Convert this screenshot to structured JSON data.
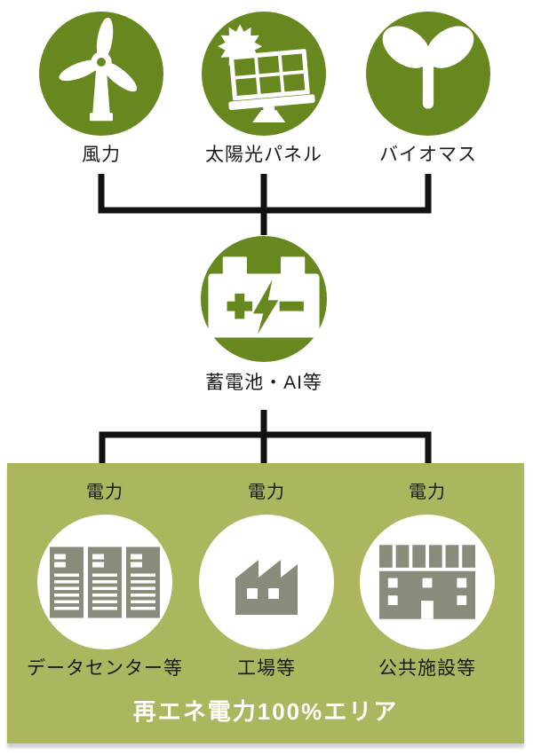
{
  "colors": {
    "circle-green": "#66881e",
    "area-green": "#acb65f",
    "icon-gray": "#8b8b7c",
    "line-color": "#111111",
    "text-color": "#1a1a1a",
    "area-title-color": "#ffffff"
  },
  "sources": {
    "wind": {
      "label": "風力",
      "icon": "wind-turbine-icon"
    },
    "solar": {
      "label": "太陽光パネル",
      "icon": "solar-panel-icon"
    },
    "biomass": {
      "label": "バイオマス",
      "icon": "sprout-icon"
    }
  },
  "storage": {
    "label": "蓄電池・AI等",
    "icon": "battery-icon"
  },
  "consumers": {
    "power_label": "電力",
    "items": {
      "datacenter": {
        "label": "データセンター等",
        "icon": "server-racks-icon"
      },
      "factory": {
        "label": "工場等",
        "icon": "factory-icon"
      },
      "public": {
        "label": "公共施設等",
        "icon": "public-building-icon"
      }
    }
  },
  "area": {
    "title": "再エネ電力100%エリア"
  }
}
